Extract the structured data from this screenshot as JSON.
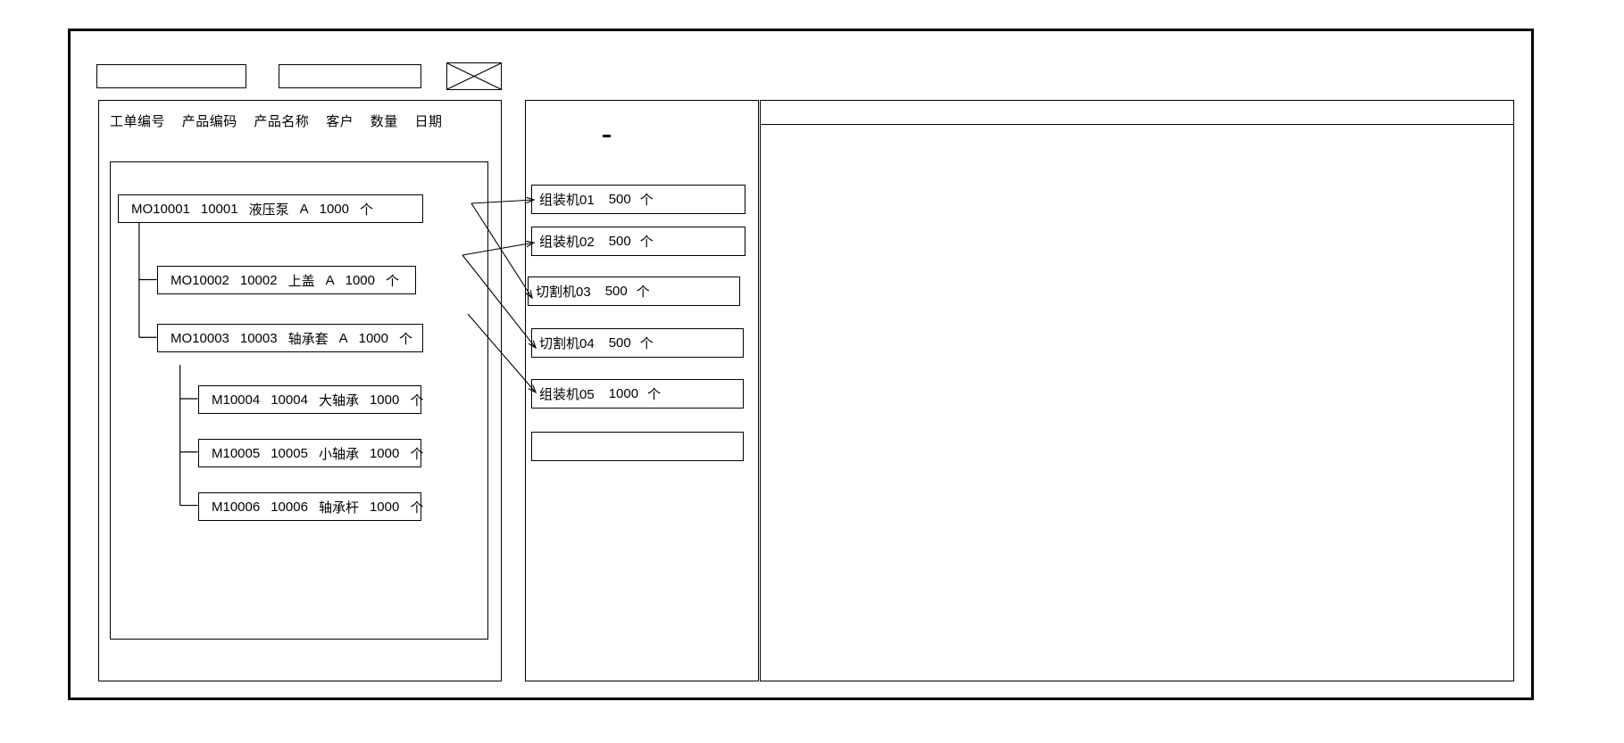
{
  "window": {
    "title": ""
  },
  "toolbar": {
    "buttons": [
      {
        "name": "toolbar-box-1",
        "label": ""
      },
      {
        "name": "toolbar-box-2",
        "label": ""
      }
    ],
    "image_placeholder": {
      "name": "image-placeholder-icon",
      "label": ""
    }
  },
  "left_panel": {
    "columns": [
      "工单编号",
      "产品编码",
      "产品名称",
      "客户",
      "数量",
      "日期"
    ],
    "rows": [
      {
        "order_no": "MO10001",
        "product_code": "10001",
        "product_name": "液压泵",
        "customer": "A",
        "qty": "1000",
        "unit": "个",
        "level": 0
      },
      {
        "order_no": "MO10002",
        "product_code": "10002",
        "product_name": "上盖",
        "customer": "A",
        "qty": "1000",
        "unit": "个",
        "level": 1
      },
      {
        "order_no": "MO10003",
        "product_code": "10003",
        "product_name": "轴承套",
        "customer": "A",
        "qty": "1000",
        "unit": "个",
        "level": 1
      },
      {
        "order_no": "M10004",
        "product_code": "10004",
        "product_name": "大轴承",
        "customer": "",
        "qty": "1000",
        "unit": "个",
        "level": 2
      },
      {
        "order_no": "M10005",
        "product_code": "10005",
        "product_name": "小轴承",
        "customer": "",
        "qty": "1000",
        "unit": "个",
        "level": 2
      },
      {
        "order_no": "M10006",
        "product_code": "10006",
        "product_name": "轴承杆",
        "customer": "",
        "qty": "1000",
        "unit": "个",
        "level": 2
      }
    ]
  },
  "middle_panel": {
    "cards": [
      {
        "machine": "组装机01",
        "qty": "500",
        "unit": "个"
      },
      {
        "machine": "组装机02",
        "qty": "500",
        "unit": "个"
      },
      {
        "machine": "切割机03",
        "qty": "500",
        "unit": "个"
      },
      {
        "machine": "切割机04",
        "qty": "500",
        "unit": "个"
      },
      {
        "machine": "组装机05",
        "qty": "1000",
        "unit": "个"
      },
      {
        "machine": "",
        "qty": "",
        "unit": ""
      }
    ]
  },
  "right_panel": {
    "header": "",
    "body": ""
  },
  "colors": {
    "stroke": "#000000",
    "background": "#ffffff"
  }
}
